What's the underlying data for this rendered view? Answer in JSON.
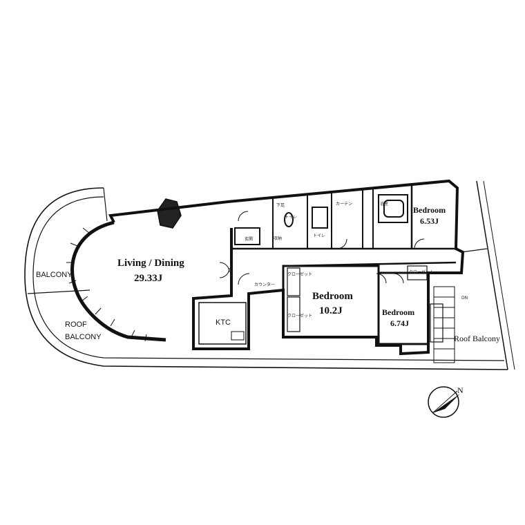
{
  "rooms": {
    "living": {
      "name": "Living / Dining",
      "size": "29.33J"
    },
    "bedroom_main": {
      "name": "Bedroom",
      "size": "10.2J"
    },
    "bedroom_ne": {
      "name": "Bedroom",
      "size": "6.53J"
    },
    "bedroom_se": {
      "name": "Bedroom",
      "size": "6.74J"
    },
    "kitchen": {
      "name": "KTC"
    },
    "balcony": {
      "name": "BALCONY"
    },
    "roof_balcony_left": {
      "line1": "ROOF",
      "line2": "BALCONY"
    },
    "roof_balcony_right": {
      "name": "Roof Balcony"
    }
  },
  "small_labels": {
    "entrance": "玄関",
    "counter": "カウンター",
    "toilet": "トイレ",
    "toilet2": "トイレ",
    "storage": "収納",
    "closet1": "クローゼット",
    "closet2": "クローゼット",
    "walkin": "クローゼット",
    "shoe": "下足",
    "bath": "浴室",
    "curtain": "カーテン",
    "up_down": "DN"
  },
  "compass": {
    "label": "N"
  },
  "colors": {
    "line": "#111111",
    "background": "#ffffff"
  }
}
